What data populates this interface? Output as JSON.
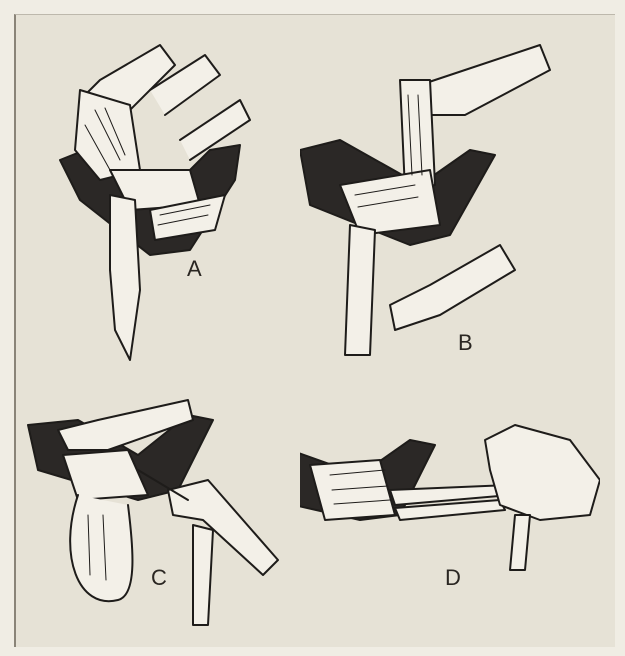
{
  "panels": [
    {
      "id": "A",
      "label": "A"
    },
    {
      "id": "B",
      "label": "B"
    },
    {
      "id": "C",
      "label": "C"
    },
    {
      "id": "D",
      "label": "D"
    }
  ],
  "colors": {
    "background": "#e6e2d6",
    "ink": "#1e1c1a",
    "fabric": "#f3f0e8",
    "dark_fabric": "#2b2826"
  }
}
